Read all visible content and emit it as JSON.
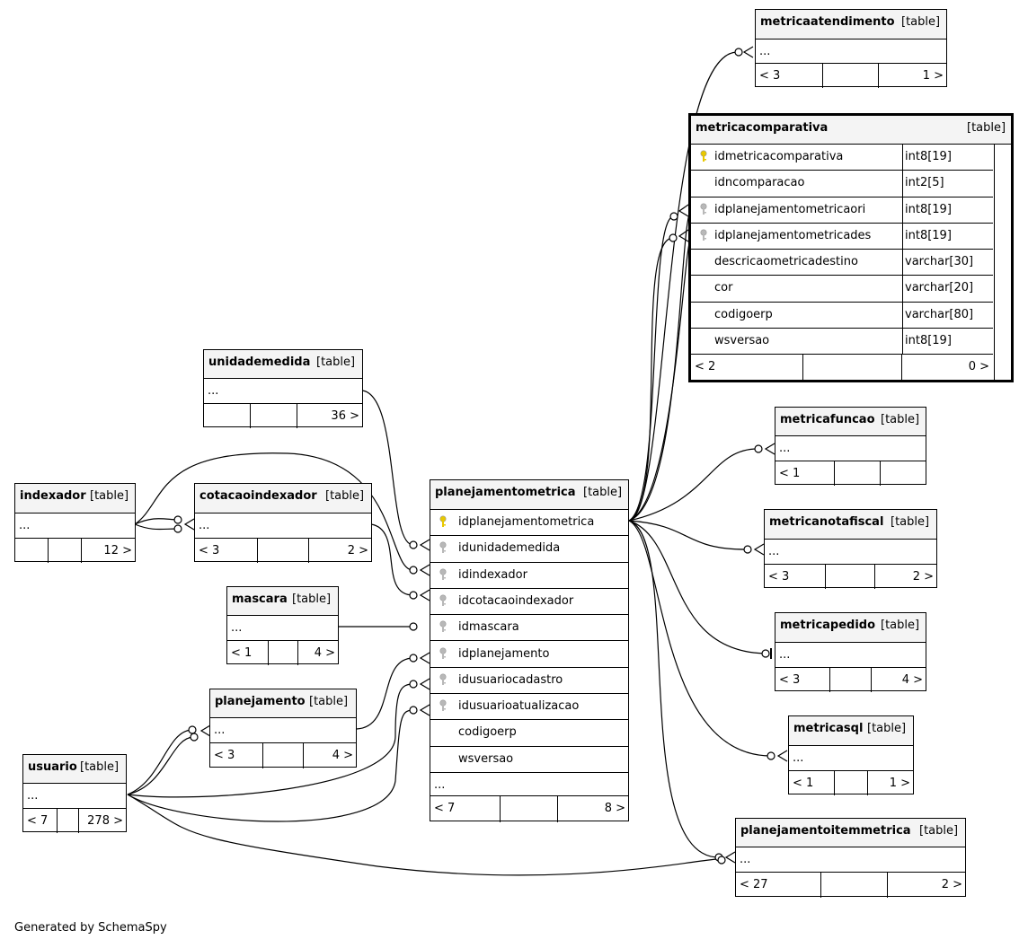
{
  "generated_by": "Generated by SchemaSpy",
  "tables": {
    "metricaatendimento": {
      "name": "metricaatendimento",
      "tag": "[table]",
      "ellipsis": "...",
      "left": "< 3",
      "right": "1 >"
    },
    "metricacomparativa": {
      "name": "metricacomparativa",
      "tag": "[table]",
      "columns": [
        {
          "name": "idmetricacomparativa",
          "type": "int8[19]"
        },
        {
          "name": "idncomparacao",
          "type": "int2[5]"
        },
        {
          "name": "idplanejamentometricaori",
          "type": "int8[19]"
        },
        {
          "name": "idplanejamentometricades",
          "type": "int8[19]"
        },
        {
          "name": "descricaometricadestino",
          "type": "varchar[30]"
        },
        {
          "name": "cor",
          "type": "varchar[20]"
        },
        {
          "name": "codigoerp",
          "type": "varchar[80]"
        },
        {
          "name": "wsversao",
          "type": "int8[19]"
        }
      ],
      "left": "< 2",
      "right": "0 >"
    },
    "unidademedida": {
      "name": "unidademedida",
      "tag": "[table]",
      "ellipsis": "...",
      "left": "",
      "right": "36 >"
    },
    "indexador": {
      "name": "indexador",
      "tag": "[table]",
      "ellipsis": "...",
      "left": "",
      "right": "12 >"
    },
    "cotacaoindexador": {
      "name": "cotacaoindexador",
      "tag": "[table]",
      "ellipsis": "...",
      "left": "< 3",
      "right": "2 >"
    },
    "mascara": {
      "name": "mascara",
      "tag": "[table]",
      "ellipsis": "...",
      "left": "< 1",
      "right": "4 >"
    },
    "planejamento": {
      "name": "planejamento",
      "tag": "[table]",
      "ellipsis": "...",
      "left": "< 3",
      "right": "4 >"
    },
    "usuario": {
      "name": "usuario",
      "tag": "[table]",
      "ellipsis": "...",
      "left": "< 7",
      "right": "278 >"
    },
    "planejamentometrica": {
      "name": "planejamentometrica",
      "tag": "[table]",
      "columns": [
        "idplanejamentometrica",
        "idunidademedida",
        "idindexador",
        "idcotacaoindexador",
        "idmascara",
        "idplanejamento",
        "idusuariocadastro",
        "idusuarioatualizacao",
        "codigoerp",
        "wsversao"
      ],
      "ellipsis": "...",
      "left": "< 7",
      "right": "8 >"
    },
    "metricafuncao": {
      "name": "metricafuncao",
      "tag": "[table]",
      "ellipsis": "...",
      "left": "< 1",
      "right": ""
    },
    "metricanotafiscal": {
      "name": "metricanotafiscal",
      "tag": "[table]",
      "ellipsis": "...",
      "left": "< 3",
      "right": "2 >"
    },
    "metricapedido": {
      "name": "metricapedido",
      "tag": "[table]",
      "ellipsis": "...",
      "left": "< 3",
      "right": "4 >"
    },
    "metricasql": {
      "name": "metricasql",
      "tag": "[table]",
      "ellipsis": "...",
      "left": "< 1",
      "right": "1 >"
    },
    "planejamentoitemmetrica": {
      "name": "planejamentoitemmetrica",
      "tag": "[table]",
      "ellipsis": "...",
      "left": "< 27",
      "right": "2 >"
    }
  },
  "colors": {
    "primary_key": "#e8c800",
    "foreign_key": "#b8b8b8",
    "header_bg": "#f4f4f4"
  }
}
